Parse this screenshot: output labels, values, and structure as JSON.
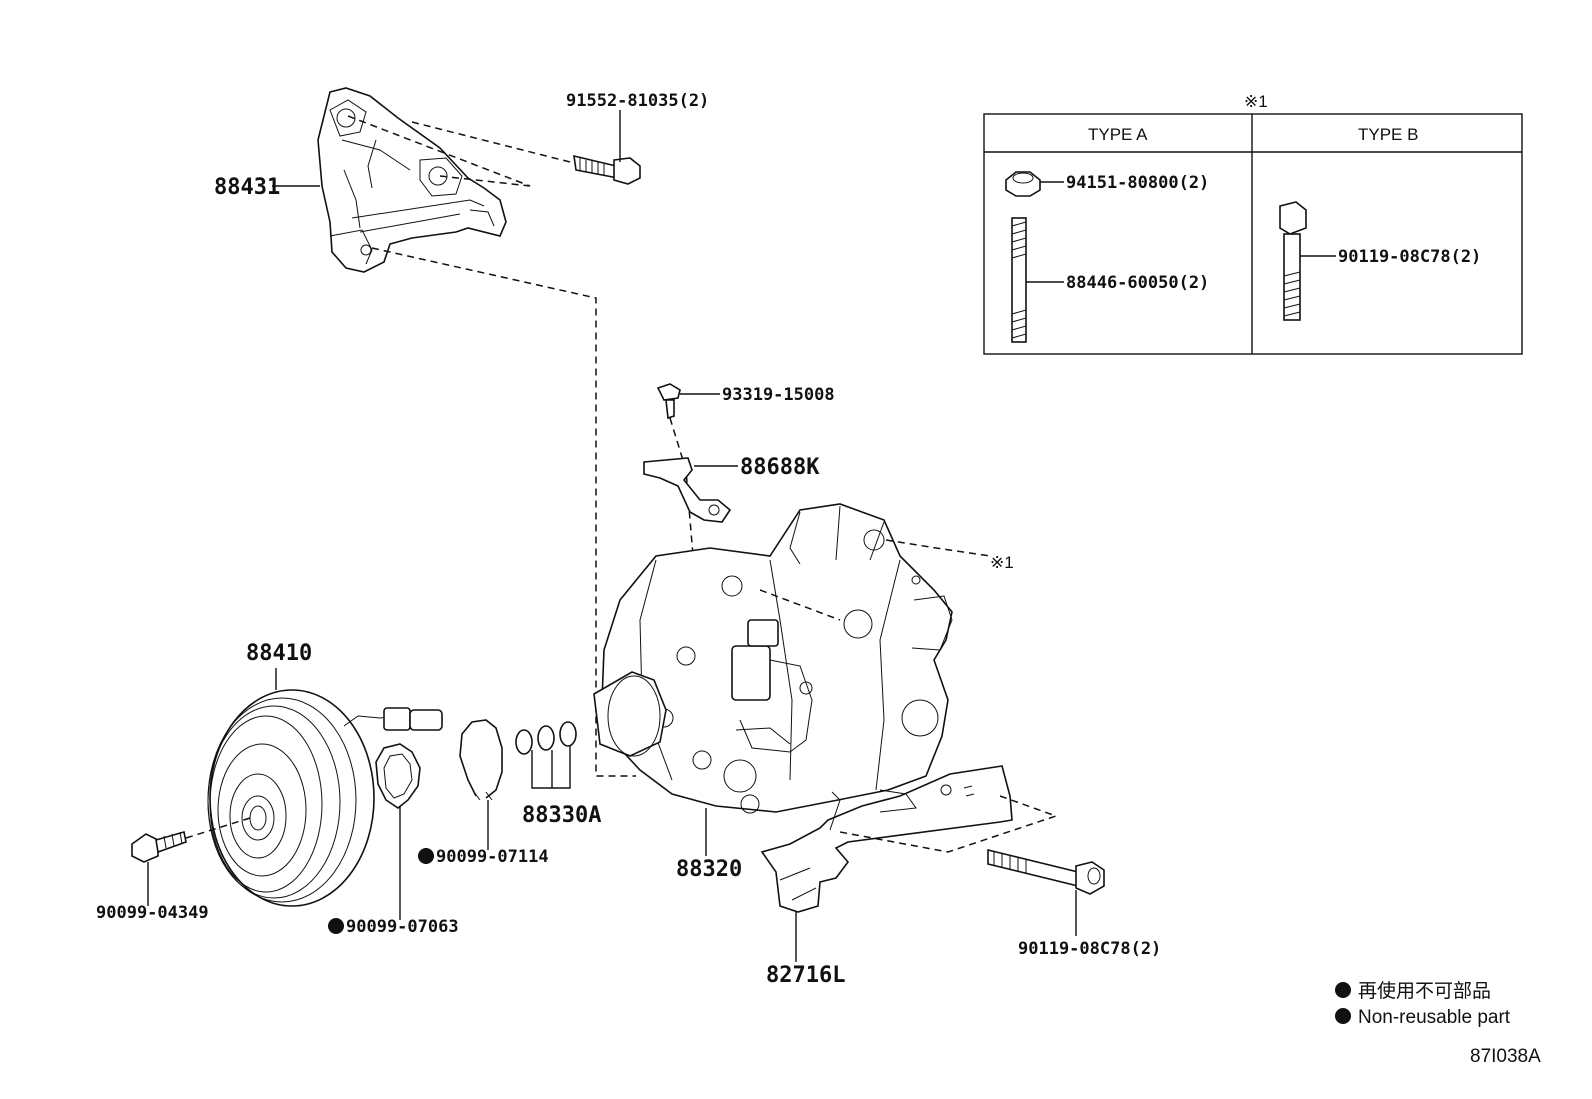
{
  "parts": {
    "bracket": "88431",
    "bracket_bolt": "91552-81035(2)",
    "screw": "93319-15008",
    "clamp": "88688K",
    "compressor": "88320",
    "clutch_assy": "88410",
    "pulley_bolt": "90099-04349",
    "shim": "90099-07063",
    "snap_ring": "90099-07114",
    "washers": "88330A",
    "bracket_lower": "82716L",
    "lower_bolt": "90119-08C78(2)",
    "ref_mark": "※1"
  },
  "table": {
    "ref": "※1",
    "type_a": "TYPE A",
    "type_b": "TYPE B",
    "nut": "94151-80800(2)",
    "stud": "88446-60050(2)",
    "bolt": "90119-08C78(2)"
  },
  "legend": {
    "jp": "再使用不可部品",
    "en": "Non-reusable part"
  },
  "figure_id": "87I038A"
}
